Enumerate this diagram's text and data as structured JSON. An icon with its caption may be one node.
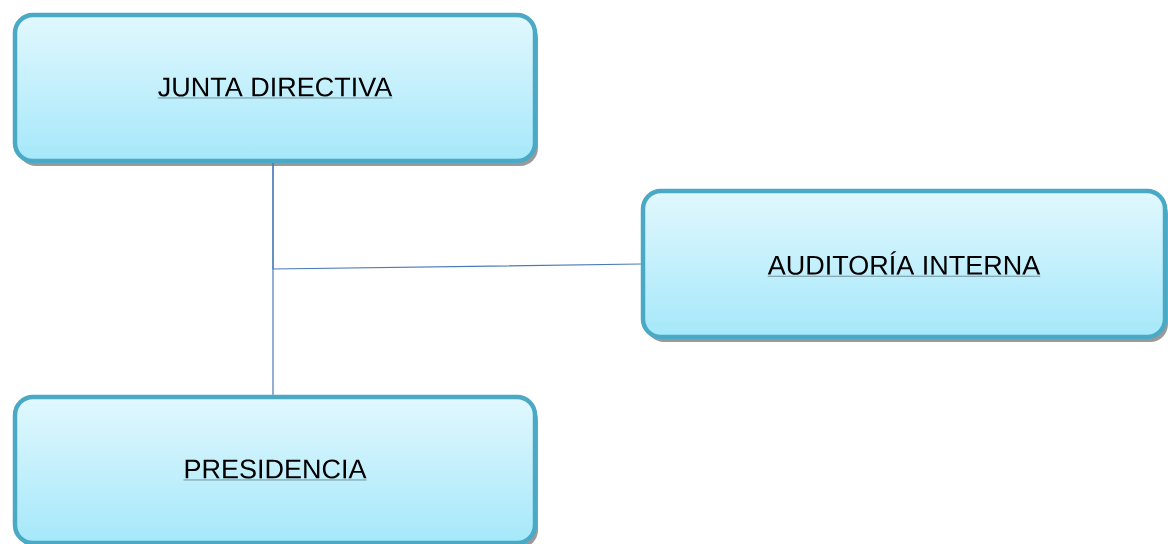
{
  "diagram": {
    "nodes": [
      {
        "text": [
          "JUNTA DIRECTIVA"
        ]
      },
      {
        "text": [
          "AUDITORÍA INTERNA"
        ]
      },
      {
        "text": [
          "PRESIDENCIA"
        ]
      }
    ],
    "edges": [
      {
        "from": 0,
        "to": 2,
        "arrow": "none"
      },
      {
        "from": 0,
        "to": 1,
        "arrow": "none"
      }
    ]
  }
}
